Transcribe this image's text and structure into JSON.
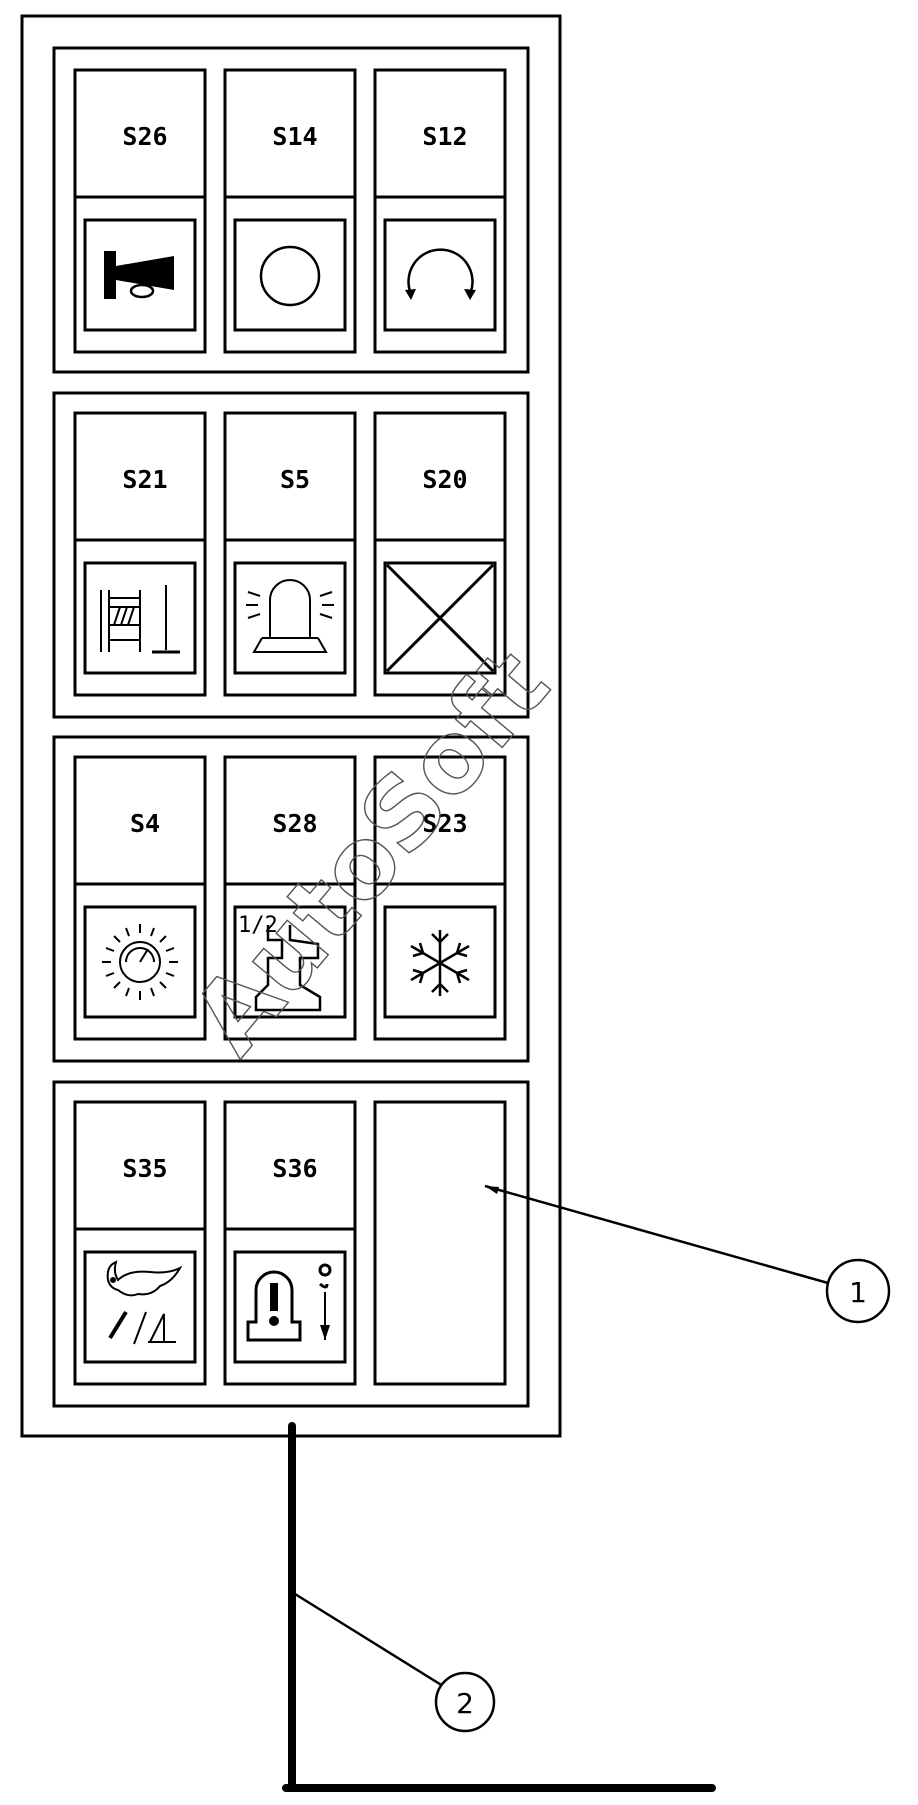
{
  "switch_labels": {
    "s26": "S26",
    "s14": "S14",
    "s12": "S12",
    "s21": "S21",
    "s5": "S5",
    "s20": "S20",
    "s4": "S4",
    "s28": "S28",
    "s23": "S23",
    "s35": "S35",
    "s36": "S36"
  },
  "icon_texts": {
    "half": "1/2"
  },
  "callouts": {
    "one": "1",
    "two": "2"
  },
  "watermark": "AutoSoft",
  "icons": [
    "horn-icon",
    "circle-icon",
    "rotate-icon",
    "fence-icon",
    "beacon-icon",
    "cross-icon",
    "light-dial-icon",
    "rail-half-icon",
    "snowflake-icon",
    "rabbit-speed-icon",
    "warning-hook-icon"
  ]
}
